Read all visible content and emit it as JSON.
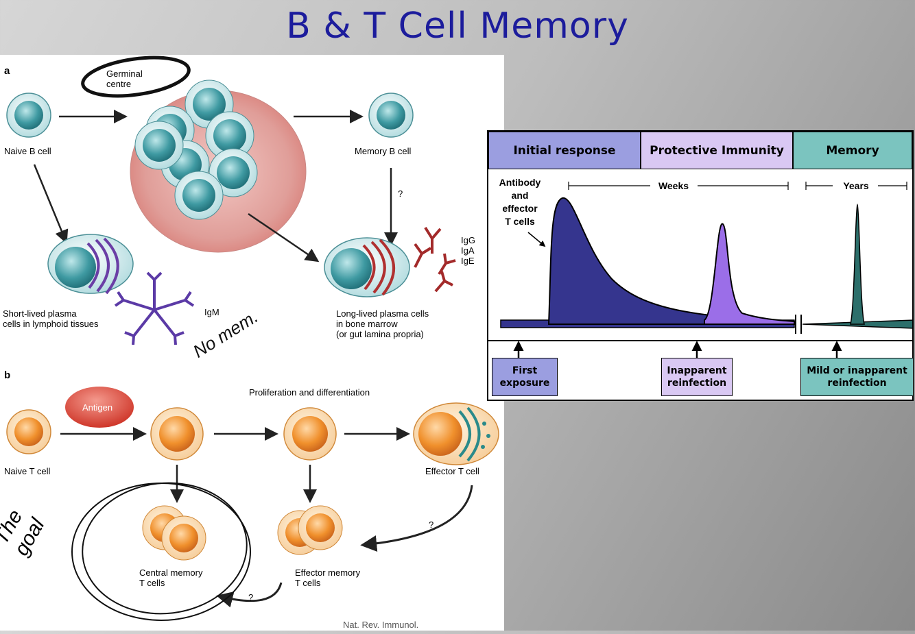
{
  "slide": {
    "title": "B & T Cell Memory"
  },
  "panel_a": {
    "label": "a",
    "germinal_centre": "Germinal\ncentre",
    "naive_b_cell": "Naive B cell",
    "memory_b_cell": "Memory B cell",
    "question_mark": "?",
    "short_lived": "Short-lived plasma\ncells in lymphoid tissues",
    "igm": "IgM",
    "long_lived": "Long-lived plasma cells\nin bone marrow\n(or gut lamina propria)",
    "isotypes": "IgG\nIgA\nIgE",
    "handwriting_no_mem": "No mem."
  },
  "panel_b": {
    "label": "b",
    "antigen": "Antigen",
    "proliferation": "Proliferation and differentiation",
    "naive_t_cell": "Naive T cell",
    "effector_t_cell": "Effector T cell",
    "central_memory": "Central memory\nT cells",
    "effector_memory": "Effector memory\nT cells",
    "question_mark_1": "?",
    "question_mark_2": "?",
    "handwriting_goal": "The\ngoal",
    "citation_fragment": "Nat. Rev. Immunol."
  },
  "chart": {
    "headers": [
      "Initial response",
      "Protective Immunity",
      "Memory"
    ],
    "header_colors": [
      "#9b9ee0",
      "#d9c8f3",
      "#7bc4bf"
    ],
    "y_label": "Antibody\nand\neffector\nT cells",
    "weeks_label": "Weeks",
    "years_label": "Years",
    "events": [
      "First\nexposure",
      "Inapparent\nreinfection",
      "Mild or inapparent\nreinfection"
    ],
    "event_colors": [
      "#9b9ee0",
      "#d9c8f3",
      "#7bc4bf"
    ],
    "curve_colors": {
      "initial": "#35358e",
      "reinfection": "#9b6ee8",
      "memory": "#2c6f6b"
    }
  }
}
